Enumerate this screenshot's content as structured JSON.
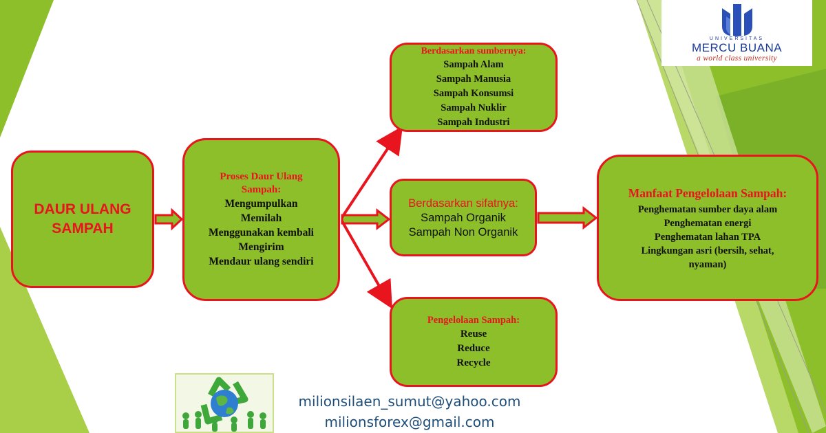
{
  "main_box": {
    "label_line1": "DAUR ULANG",
    "label_line2": "SAMPAH"
  },
  "proses_box": {
    "title_line1": "Proses Daur Ulang",
    "title_line2": "Sampah:",
    "items": [
      "Mengumpulkan",
      "Memilah",
      "Menggunakan kembali",
      "Mengirim",
      "Mendaur ulang sendiri"
    ]
  },
  "sumber_box": {
    "title": "Berdasarkan sumbernya:",
    "items": [
      "Sampah Alam",
      "Sampah Manusia",
      "Sampah Konsumsi",
      "Sampah Nuklir",
      "Sampah Industri"
    ]
  },
  "sifat_box": {
    "title": "Berdasarkan sifatnya:",
    "items": [
      "Sampah Organik",
      "Sampah Non Organik"
    ]
  },
  "pengelolaan_box": {
    "title": "Pengelolaan Sampah:",
    "items": [
      "Reuse",
      "Reduce",
      "Recycle"
    ]
  },
  "manfaat_box": {
    "title": "Manfaat Pengelolaan Sampah:",
    "items": [
      "Penghematan sumber daya alam",
      "Penghematan energi",
      "Penghematan lahan TPA",
      "Lingkungan asri (bersih, sehat,",
      "nyaman)"
    ]
  },
  "logo": {
    "small_text": "UNIVERSITAS",
    "name": "MERCU BUANA",
    "tagline": "a world class university"
  },
  "contact": {
    "email_1": "milionsilaen_sumut@yahoo.com",
    "email_2": "milionsforex@gmail.com"
  },
  "colors": {
    "box_fill": "#8dbf2a",
    "box_border": "#e8141e",
    "arrow": "#e8141e",
    "email_text": "#1f4e79",
    "logo_blue": "#1a3a9a"
  }
}
